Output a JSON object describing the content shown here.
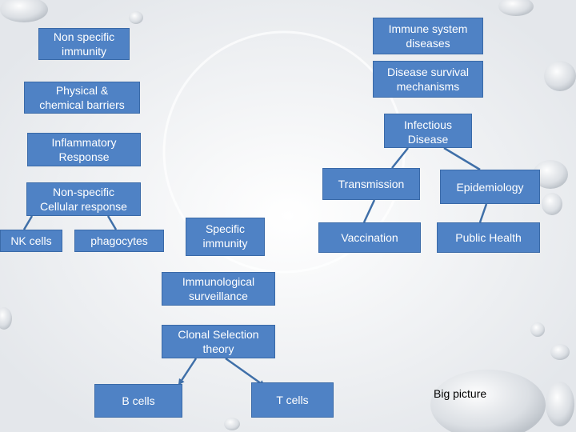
{
  "nodes": {
    "non_specific_immunity": "Non specific\nimmunity",
    "physical_chemical_barriers": "Physical &\nchemical barriers",
    "inflammatory_response": "Inflammatory\nResponse",
    "non_specific_cellular_response": "Non-specific\nCellular response",
    "nk_cells": "NK cells",
    "phagocytes": "phagocytes",
    "specific_immunity": "Specific\nimmunity",
    "immunological_surveillance": "Immunological\nsurveillance",
    "clonal_selection_theory": "Clonal Selection\ntheory",
    "b_cells": "B cells",
    "t_cells": "T cells",
    "immune_system_diseases": "Immune system\ndiseases",
    "disease_survival_mechanisms": "Disease survival\nmechanisms",
    "infectious_disease": "Infectious\nDisease",
    "transmission": "Transmission",
    "epidemiology": "Epidemiology",
    "vaccination": "Vaccination",
    "public_health": "Public Health"
  },
  "note": "Big picture",
  "colors": {
    "box_fill": "#4f82c5",
    "box_border": "#3a6aa8",
    "arrow": "#3f6fa8",
    "background": "#f2f3f5"
  }
}
